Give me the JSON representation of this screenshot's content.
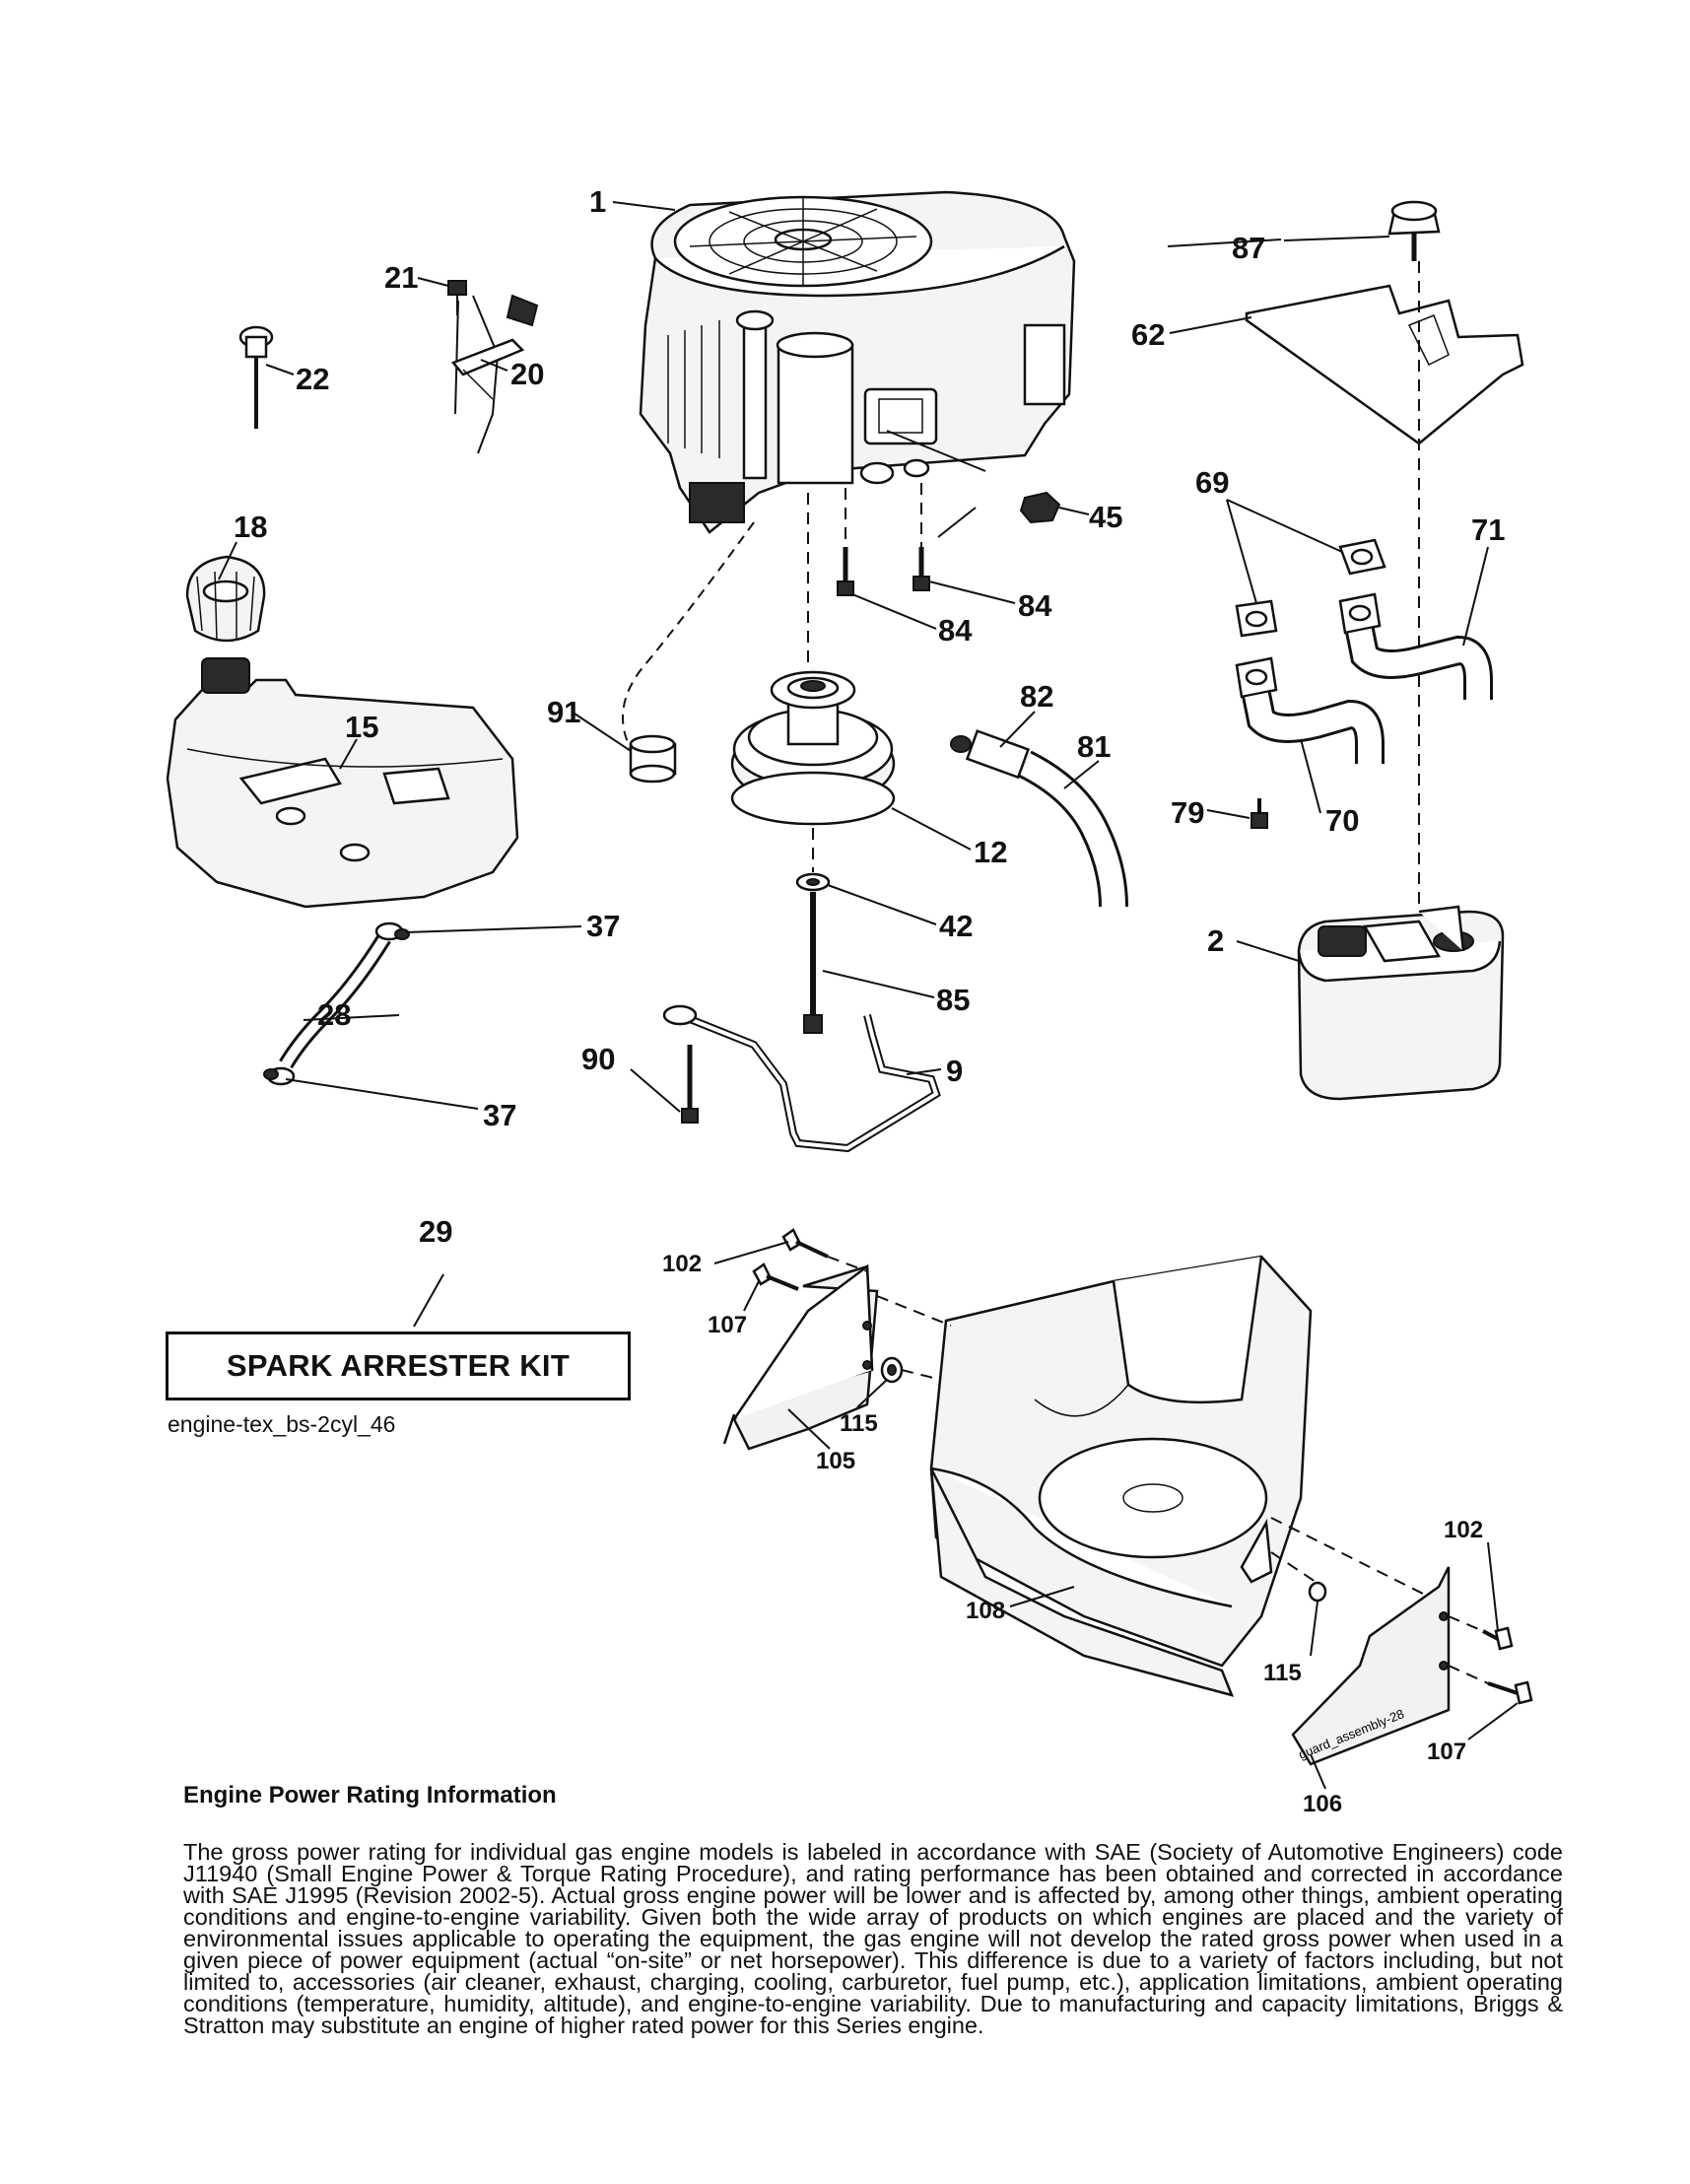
{
  "callouts": {
    "c1": "1",
    "c2": "2",
    "c9": "9",
    "c12": "12",
    "c15": "15",
    "c18": "18",
    "c20": "20",
    "c21": "21",
    "c22": "22",
    "c28": "28",
    "c29": "29",
    "c37a": "37",
    "c37b": "37",
    "c42": "42",
    "c45": "45",
    "c62": "62",
    "c69": "69",
    "c70": "70",
    "c71": "71",
    "c79": "79",
    "c81": "81",
    "c82": "82",
    "c84a": "84",
    "c84b": "84",
    "c85": "85",
    "c87": "87",
    "c90": "90",
    "c91": "91",
    "c102a": "102",
    "c102b": "102",
    "c105": "105",
    "c106": "106",
    "c107a": "107",
    "c107b": "107",
    "c108": "108",
    "c115a": "115",
    "c115b": "115"
  },
  "guard_label": "guard_assembly-28",
  "kit_label": "SPARK ARRESTER KIT",
  "diagram_id": "engine-tex_bs-2cyl_46",
  "power_rating": {
    "heading": "Engine Power Rating Information",
    "body": "The gross power rating for individual gas engine models is labeled in accordance with SAE (Society of Automotive Engineers) code J11940 (Small Engine Power & Torque Rating Procedure), and rating performance has been obtained and corrected in accordance with SAE J1995 (Revision 2002-5). Actual gross engine power will be lower and is affected by, among other things, ambient operating conditions and engine-to-engine variability. Given both the wide array of products on which engines are placed and the variety of environmental issues applicable to operating the equipment, the gas engine will not develop the rated gross power when used in a given piece of power equipment (actual “on-site” or net horsepower). This difference is due to a variety of factors including, but not limited to, accessories (air cleaner, exhaust, charging, cooling, carburetor, fuel pump, etc.), application limitations, ambient operating conditions (temperature, humidity, altitude), and engine-to-engine variability. Due to manufacturing and capacity limitations, Briggs & Stratton may substitute an engine of higher rated power for this Series engine."
  }
}
